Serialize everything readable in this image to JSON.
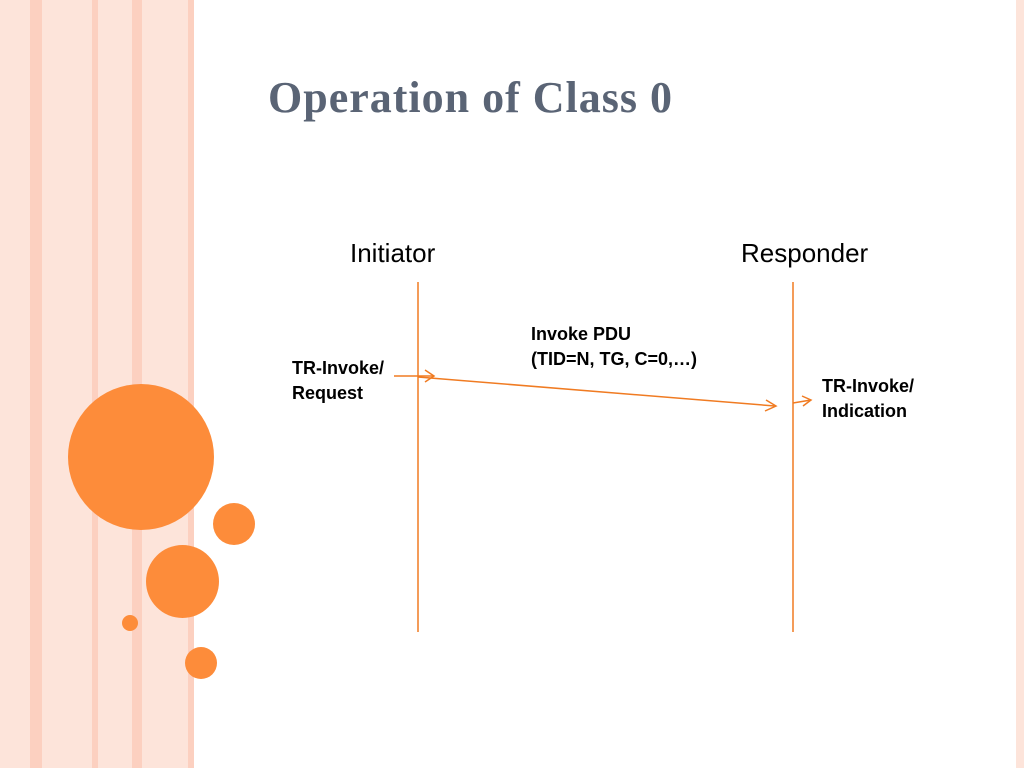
{
  "slide": {
    "title": "Operation of Class 0"
  },
  "diagram": {
    "initiator": "Initiator",
    "responder": "Responder",
    "message": {
      "line1": "Invoke PDU",
      "line2": "(TID=N, TG, C=0,…)"
    },
    "request": {
      "line1": "TR-Invoke/",
      "line2": "Request"
    },
    "indication": {
      "line1": "TR-Invoke/",
      "line2": "Indication"
    }
  },
  "colors": {
    "accent": "#fd8c3a",
    "line": "#f07b22",
    "stripe_light": "#fde4da",
    "stripe_mid": "#fcd0c0",
    "title": "#5a6475"
  }
}
